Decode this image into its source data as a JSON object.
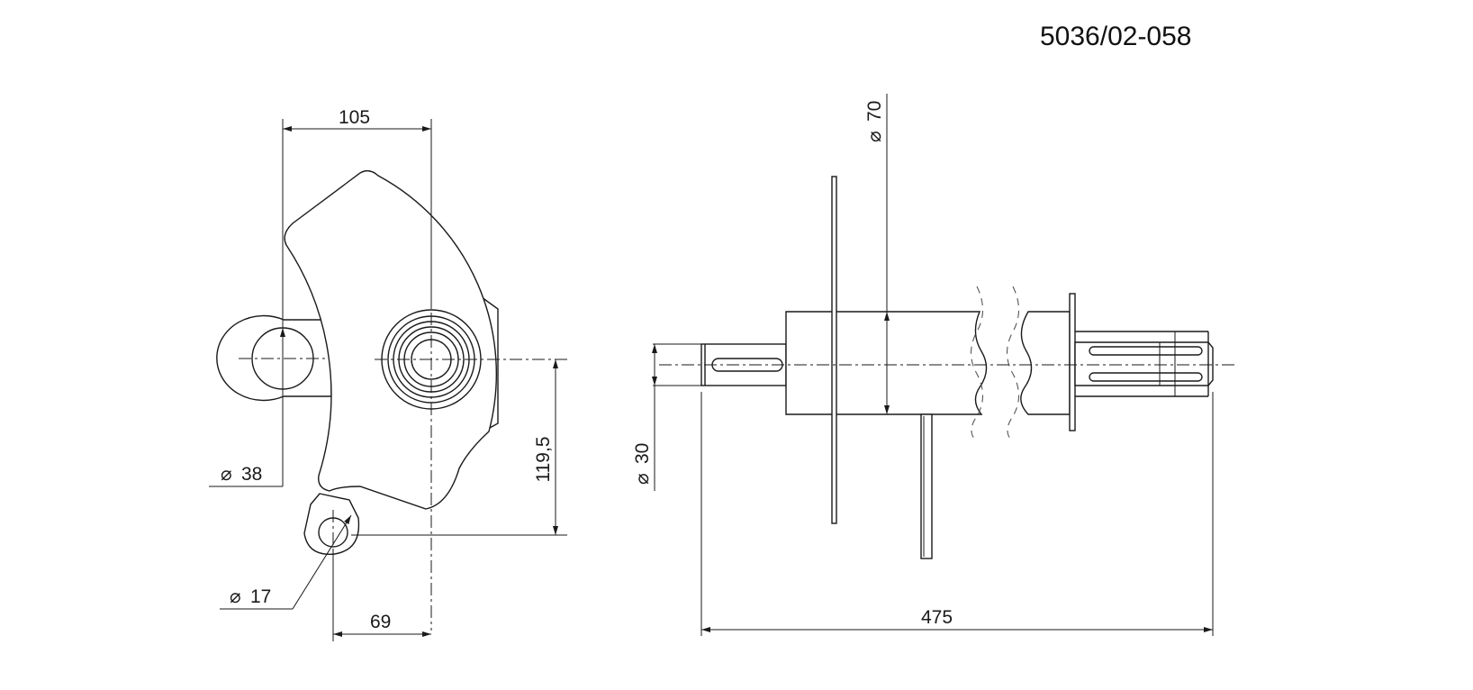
{
  "drawing_number": "5036/02-058",
  "front_view": {
    "width_dim": "105",
    "height_dim": "119,5",
    "offset_dim": "69",
    "large_hole_dim": "38",
    "small_hole_dim": "17"
  },
  "side_view": {
    "tube_dim": "70",
    "shaft_dim": "30",
    "length_dim": "475"
  },
  "diameter_symbol": "⌀"
}
